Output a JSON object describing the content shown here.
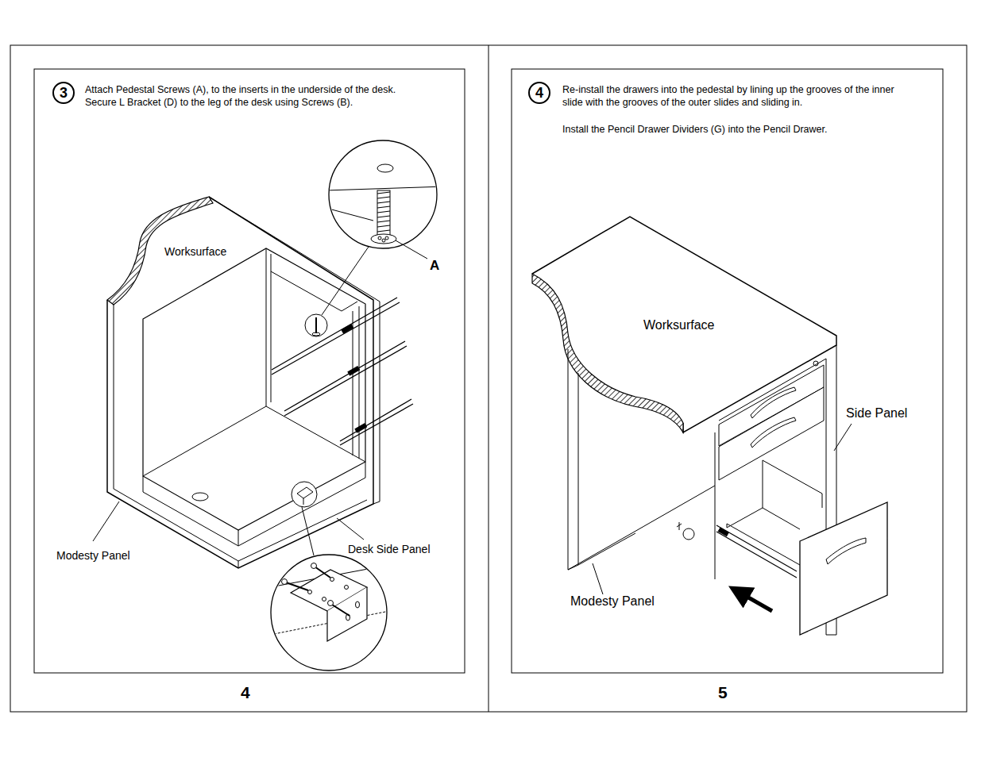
{
  "diagram": {
    "nodes": [
      {
        "text": [
          "3"
        ]
      },
      {
        "text": [
          "4"
        ]
      }
    ],
    "labels": [
      "Attach Pedestal Screws (A), to the inserts in the underside of the desk. Secure L Bracket (D) to the leg of the desk using Screws (B).",
      "Worksurface",
      "A",
      "Modesty Panel",
      "Desk Side Panel",
      "4",
      "Re-install the drawers into the pedestal by lining up the grooves of the inner slide with the grooves of the outer slides and sliding in.",
      "Install the Pencil Drawer Dividers (G) into the Pencil Drawer.",
      "Worksurface",
      "Side Panel",
      "Modesty Panel",
      "5"
    ]
  }
}
